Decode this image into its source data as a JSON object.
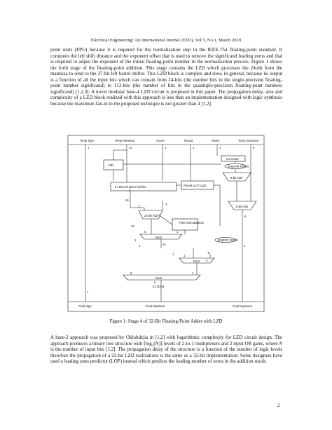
{
  "header": "Electrical Engineering: An International Journal (EEIJ), Vol.5, No.1, March 2018",
  "paragraph1": "point units (FPU) because it is required for the normalization step in the IEEE-754 floating-point standard. It computes the left shift distance and the exponent offset that is used to remove the significand leading zeros and that is required to adjust the exponent of the initial floating-point number in the normalization process. Figure 1 shows the forth stage of the floating-point addition. This stage contains the LZD which processes the 24-bit from the mantissa to send to the 27-bit left barrel shifter. This LZD block is complex and slow, in general, because its output is a function of all the input bits which can contain from 24-bits (the number bits in the single-precision floating-point number significand) to 113-bits (the number of bits in the quadruple-precision floating-point numbers significand) [1,2,3]. A novel modular base-4 LZD circuit is proposed in this paper. The propagation delay, area and complexity of a LZD block realized with this approach is less than an implementation designed with logic synthesis because the maximum fan-in in the proposed technique is not greater than 4 [1,2].",
  "figure": {
    "inputs": [
      "Temp Sign",
      "Temp Mantissa",
      "Gaurd",
      "Round",
      "Sticky",
      "Temp Exponent"
    ],
    "outputs": [
      "Final Sign",
      "Final Mantissa",
      "Final Exponent"
    ],
    "blocks": {
      "lzd": "LZD",
      "barrel": "27 Bit Left Barrel Shifter",
      "round_ulp": "Round ULP Logic",
      "twos_comp": "2's Comp",
      "prepend_top": "prepend zeroes",
      "add8_top": "8 Bit Add",
      "add8_mid": "8 Bit Add",
      "add24": "24 Bit Add",
      "post_norm": "Post Normalization",
      "mux_a": "MUX",
      "mux_b": "MUX",
      "mux_c": "MUX",
      "prepend_bottom": "prepend zeroes"
    },
    "labels": {
      "w1a": "1",
      "w24a": "24",
      "w1b": "1",
      "w1c": "1",
      "w1d": "1",
      "w8a": "8",
      "q1": "'1'",
      "q0": "'0'",
      "w24b": "24",
      "w24c": "24",
      "w24d": "24",
      "w5": "5",
      "w23": "23 [22:0]",
      "mux_sel_a": "1",
      "mux_sel_b": "1",
      "mux_in_a": "0",
      "mux_in_b": "0",
      "mux_in_c": "0",
      "mux_out_a": "1",
      "mux_out_b": "1",
      "mux_out_c": "1",
      "add_in": "1",
      "x1": "1",
      "x2": "1",
      "w8b": "8",
      "x3": "1",
      "x4": "1"
    }
  },
  "caption": "Figure 1: Stage 4 of 32-Bit Floating-Point Adder with LZD",
  "paragraph2_a": "A base-2 approach was proposed by Oklobdzjia in [1,2] with logarithmic complexity for LZD circuit design. The approach produces a binary tree structure with ",
  "paragraph2_math": "⌈log₂(N)⌉",
  "paragraph2_b": " levels of 2-to-1 multiplexers and 2 input OR gates, where ",
  "paragraph2_n": "N",
  "paragraph2_c": " is the number of input bits [1,2]. The propagation delay of the structure is a function of the number of logic levels therefore the propagation of a 23-bit LZD realizations is the same as a 32-bit implementation. Some designers have used a leading ones predictor (LOP) instead which predicts the leading number of zeros in the addition result.",
  "page_number": "2"
}
